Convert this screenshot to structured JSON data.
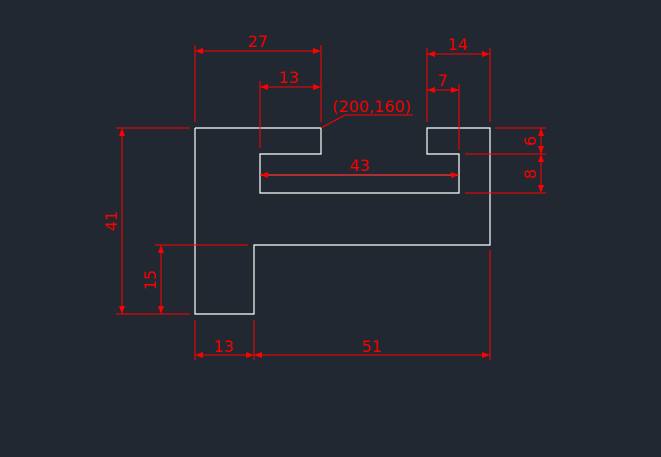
{
  "colors": {
    "background": "#222831",
    "geometry": "#FFFFFF",
    "dimension": "#FF0000"
  },
  "drawing": {
    "dimensions": {
      "top_width": "27",
      "inner_width_left": "13",
      "right_width": "14",
      "right_small_width": "7",
      "slot_width": "43",
      "left_height": "41",
      "left_lower_height": "15",
      "bottom_left": "13",
      "bottom_right": "51",
      "right_top_height": "6",
      "right_bottom_height": "8"
    },
    "annotation": "(200,160)"
  }
}
